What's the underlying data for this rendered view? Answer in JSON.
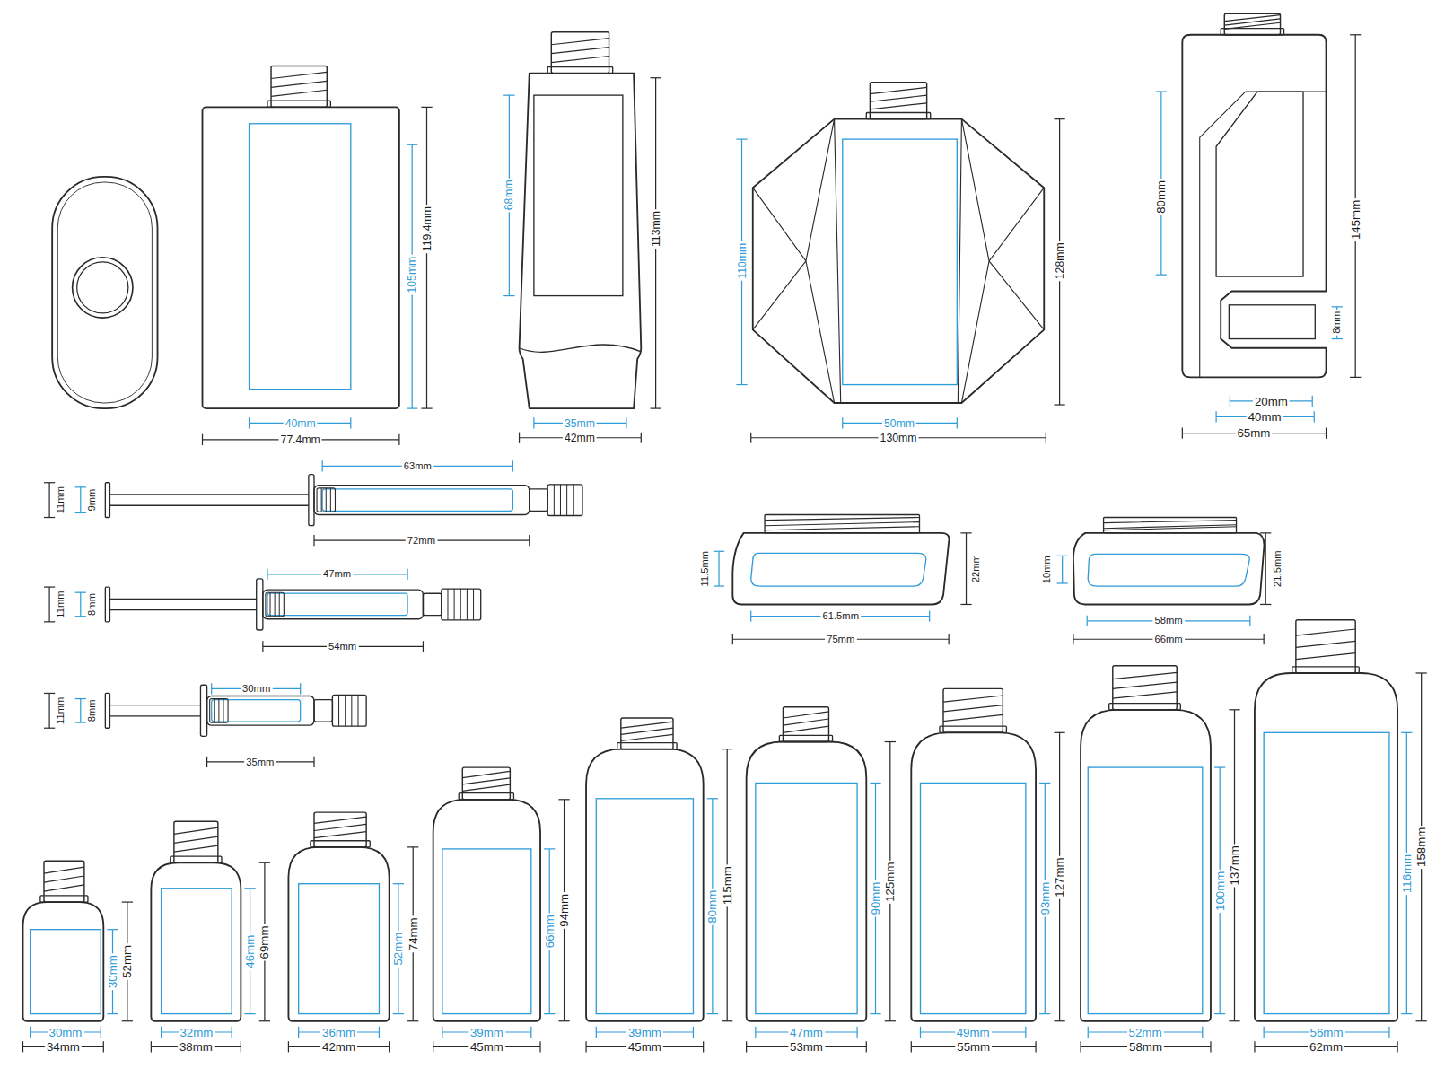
{
  "diagram": {
    "labels": [
      "105mm",
      "119.4mm",
      "40mm",
      "77.4mm",
      "68mm",
      "113mm",
      "35mm",
      "42mm",
      "110mm",
      "128mm",
      "50mm",
      "130mm",
      "80mm",
      "145mm",
      "8mm",
      "20mm",
      "40mm",
      "65mm",
      "11mm",
      "9mm",
      "63mm",
      "72mm",
      "11mm",
      "8mm",
      "47mm",
      "54mm",
      "11mm",
      "8mm",
      "30mm",
      "35mm",
      "11.5mm",
      "22mm",
      "61.5mm",
      "75mm",
      "10mm",
      "21.5mm",
      "58mm",
      "66mm",
      "30mm",
      "52mm",
      "30mm",
      "34mm",
      "46mm",
      "69mm",
      "32mm",
      "38mm",
      "52mm",
      "74mm",
      "36mm",
      "42mm",
      "66mm",
      "94mm",
      "39mm",
      "45mm",
      "80mm",
      "115mm",
      "39mm",
      "45mm",
      "90mm",
      "125mm",
      "47mm",
      "53mm",
      "93mm",
      "127mm",
      "49mm",
      "55mm",
      "100mm",
      "137mm",
      "52mm",
      "58mm",
      "116mm",
      "158mm",
      "56mm",
      "62mm"
    ]
  }
}
